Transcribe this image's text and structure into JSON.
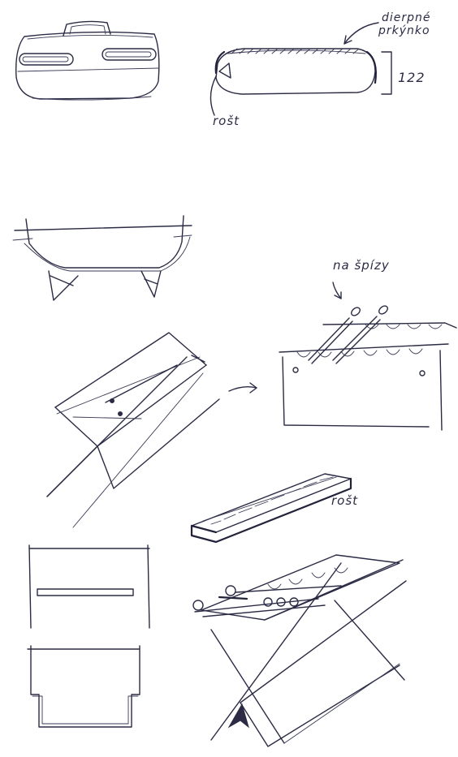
{
  "annotations": {
    "top_label_line1": "dierpné",
    "top_label_line2": "prkýnko",
    "dimension": "122",
    "grate_label_top": "rošt",
    "skewers_label": "na špízy",
    "grate_label_mid": "rošt"
  },
  "colors": {
    "ink": "#2b2b45",
    "paper": "#ffffff"
  }
}
